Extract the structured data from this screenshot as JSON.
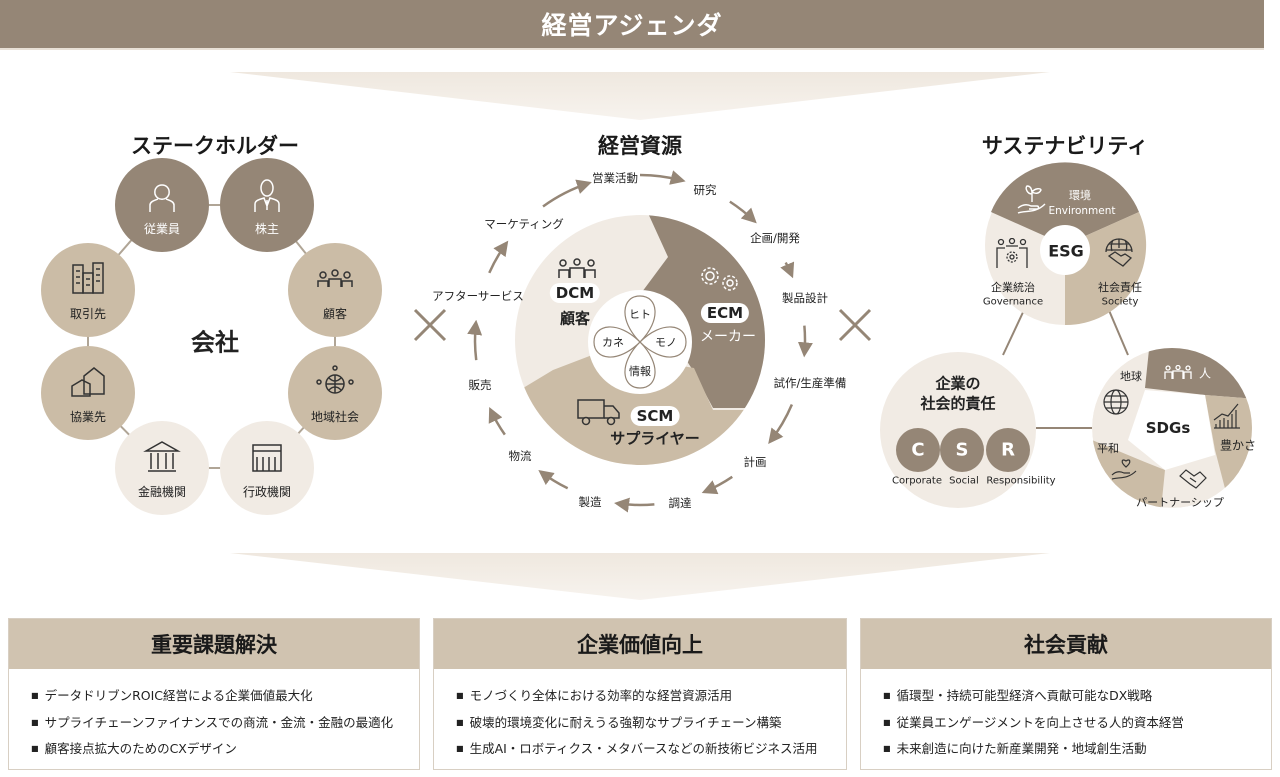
{
  "banner": {
    "title": "経営アジェンダ"
  },
  "colors": {
    "dark": "#958676",
    "mid": "#cbbca6",
    "light": "#f1ebe4",
    "header": "#d0c3b0"
  },
  "stakeholders": {
    "heading": "ステークホルダー",
    "center": "会社",
    "items": [
      {
        "label": "従業員",
        "icon": "employee-icon"
      },
      {
        "label": "株主",
        "icon": "shareholder-icon"
      },
      {
        "label": "顧客",
        "icon": "customers-icon"
      },
      {
        "label": "地域社会",
        "icon": "community-globe-icon"
      },
      {
        "label": "行政機関",
        "icon": "government-building-icon"
      },
      {
        "label": "金融機関",
        "icon": "bank-icon"
      },
      {
        "label": "協業先",
        "icon": "partner-houses-icon"
      },
      {
        "label": "取引先",
        "icon": "office-buildings-icon"
      }
    ]
  },
  "cross_symbol": "×",
  "resources": {
    "heading": "経営資源",
    "cycle": [
      "営業活動",
      "研究",
      "企画/開発",
      "製品設計",
      "試作/生産準備",
      "計画",
      "調達",
      "製造",
      "物流",
      "販売",
      "アフターサービス",
      "マーケティング"
    ],
    "dcm": {
      "badge": "DCM",
      "label": "顧客"
    },
    "ecm": {
      "badge": "ECM",
      "label": "メーカー"
    },
    "scm": {
      "badge": "SCM",
      "label": "サプライヤー"
    },
    "core": [
      "ヒト",
      "モノ",
      "情報",
      "カネ"
    ]
  },
  "sustainability": {
    "heading": "サステナビリティ",
    "esg": {
      "center": "ESG",
      "environment": {
        "ja": "環境",
        "en": "Environment"
      },
      "governance": {
        "ja": "企業統治",
        "en": "Governance"
      },
      "society": {
        "ja": "社会責任",
        "en": "Society"
      }
    },
    "csr": {
      "title1": "企業の",
      "title2": "社会的責任",
      "letters": [
        "C",
        "S",
        "R"
      ],
      "words": [
        "Corporate",
        "Social",
        "Responsibility"
      ]
    },
    "sdgs": {
      "center": "SDGs",
      "items": [
        "人",
        "豊かさ",
        "パートナーシップ",
        "平和",
        "地球"
      ]
    }
  },
  "outcomes": [
    {
      "title": "重要課題解決",
      "bullets": [
        "データドリブンROIC経営による企業価値最大化",
        "サプライチェーンファイナンスでの商流・金流・金融の最適化",
        "顧客接点拡大のためのCXデザイン"
      ]
    },
    {
      "title": "企業価値向上",
      "bullets": [
        "モノづくり全体における効率的な経営資源活用",
        "破壊的環境変化に耐えうる強靭なサプライチェーン構築",
        "生成AI・ロボティクス・メタバースなどの新技術ビジネス活用"
      ]
    },
    {
      "title": "社会貢献",
      "bullets": [
        "循環型・持続可能型経済へ貢献可能なDX戦略",
        "従業員エンゲージメントを向上させる人的資本経営",
        "未来創造に向けた新産業開発・地域創生活動"
      ]
    }
  ]
}
